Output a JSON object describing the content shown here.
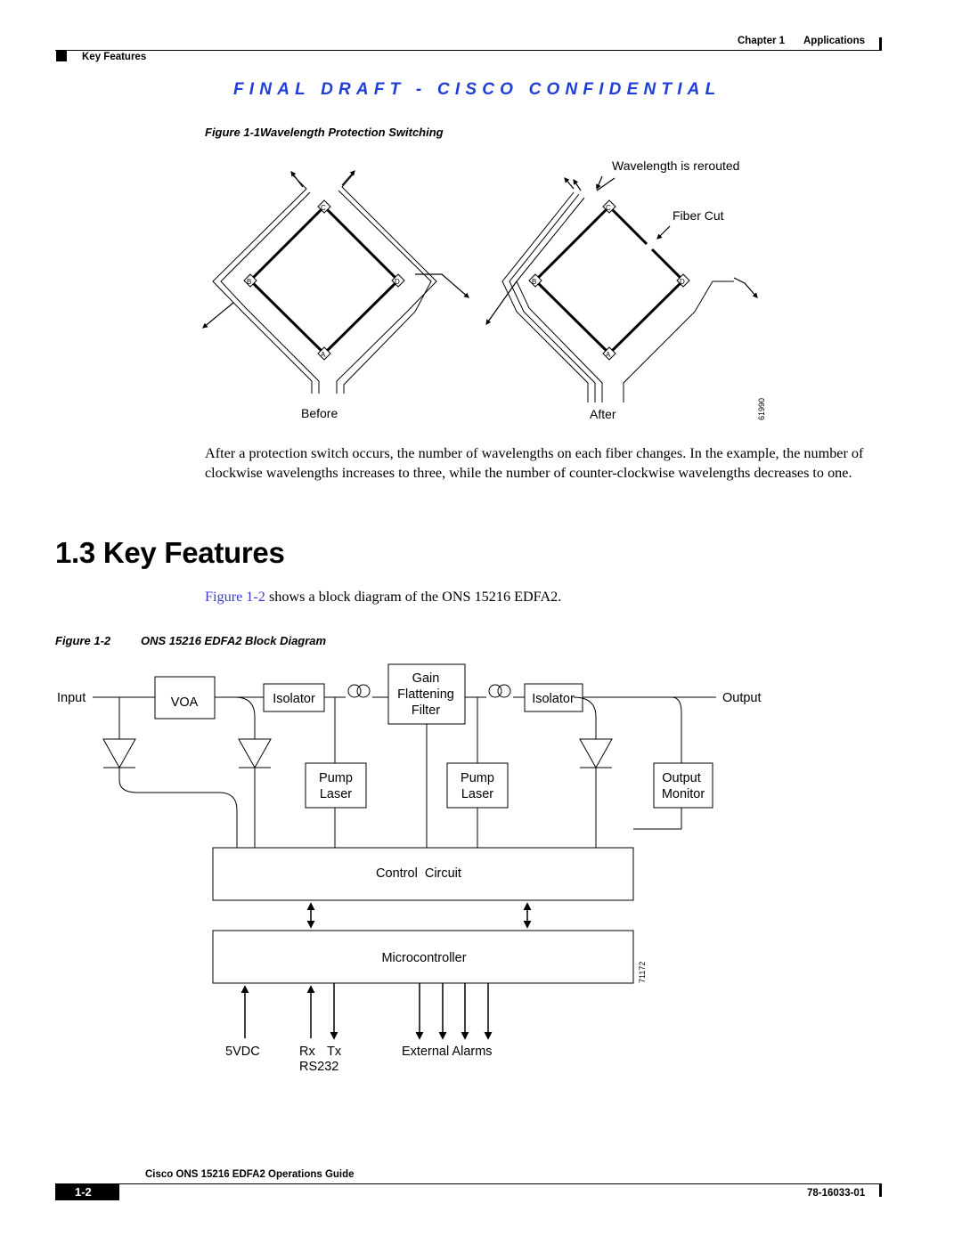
{
  "header": {
    "chapter": "Chapter 1",
    "chapter_title": "Applications",
    "section": "Key Features"
  },
  "banner": "FINAL DRAFT - CISCO CONFIDENTIAL",
  "figure1": {
    "number": "Figure 1-1",
    "title": "Wavelength Protection Switching",
    "node_labels": [
      "C",
      "B",
      "D",
      "A"
    ],
    "before_label": "Before",
    "after_label": "After",
    "rerouted_label": "Wavelength is rerouted",
    "fiber_cut_label": "Fiber Cut",
    "art_id": "61990"
  },
  "paragraph1": "After a protection switch occurs, the number of wavelengths on each fiber changes. In the example, the number of clockwise wavelengths increases to three, while the number of counter-clockwise wavelengths decreases to one.",
  "section_heading": "1.3 Key Features",
  "paragraph2": {
    "link": "Figure 1-2",
    "text": " shows a block diagram of the ONS 15216 EDFA2."
  },
  "figure2": {
    "number": "Figure 1-2",
    "title": "ONS 15216 EDFA2 Block Diagram",
    "input": "Input",
    "output": "Output",
    "voa": "VOA",
    "isolator": "Isolator",
    "gain_filter": [
      "Gain",
      "Flattening",
      "Filter"
    ],
    "pump_laser": [
      "Pump",
      "Laser"
    ],
    "output_monitor": [
      "Output",
      "Monitor"
    ],
    "control_circuit": "Control  Circuit",
    "microcontroller": "Microcontroller",
    "vdc": "5VDC",
    "rx": "Rx",
    "tx": "Tx",
    "rs232": "RS232",
    "external_alarms": "External Alarms",
    "art_id": "71172"
  },
  "footer": {
    "guide_title": "Cisco ONS 15216 EDFA2 Operations Guide",
    "page_number": "1-2",
    "doc_number": "78-16033-01"
  }
}
